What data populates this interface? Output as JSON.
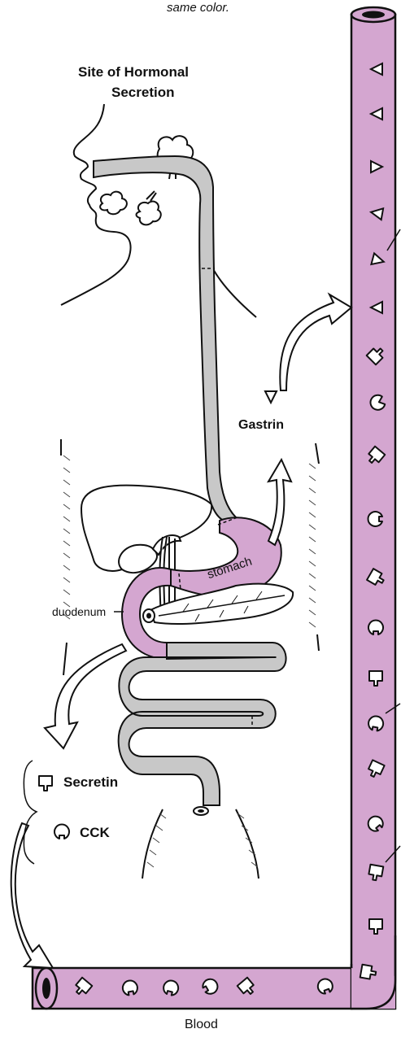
{
  "header_fragment": "same color.",
  "title_line1": "Site of Hormonal",
  "title_line2": "Secretion",
  "labels": {
    "gastrin": "Gastrin",
    "stomach": "stomach",
    "duodenum": "duodenum",
    "secretin": "Secretin",
    "cck": "CCK",
    "blood": "Blood"
  },
  "colors": {
    "blood_vessel": "#d4a6d0",
    "gi_tract": "#c8c8c8",
    "stomach_duodenum": "#d4a6d0",
    "outline": "#111111"
  },
  "icons": {
    "gastrin": "triangle-outline-icon",
    "secretin": "square-with-stem-icon",
    "cck": "notched-circle-icon"
  }
}
